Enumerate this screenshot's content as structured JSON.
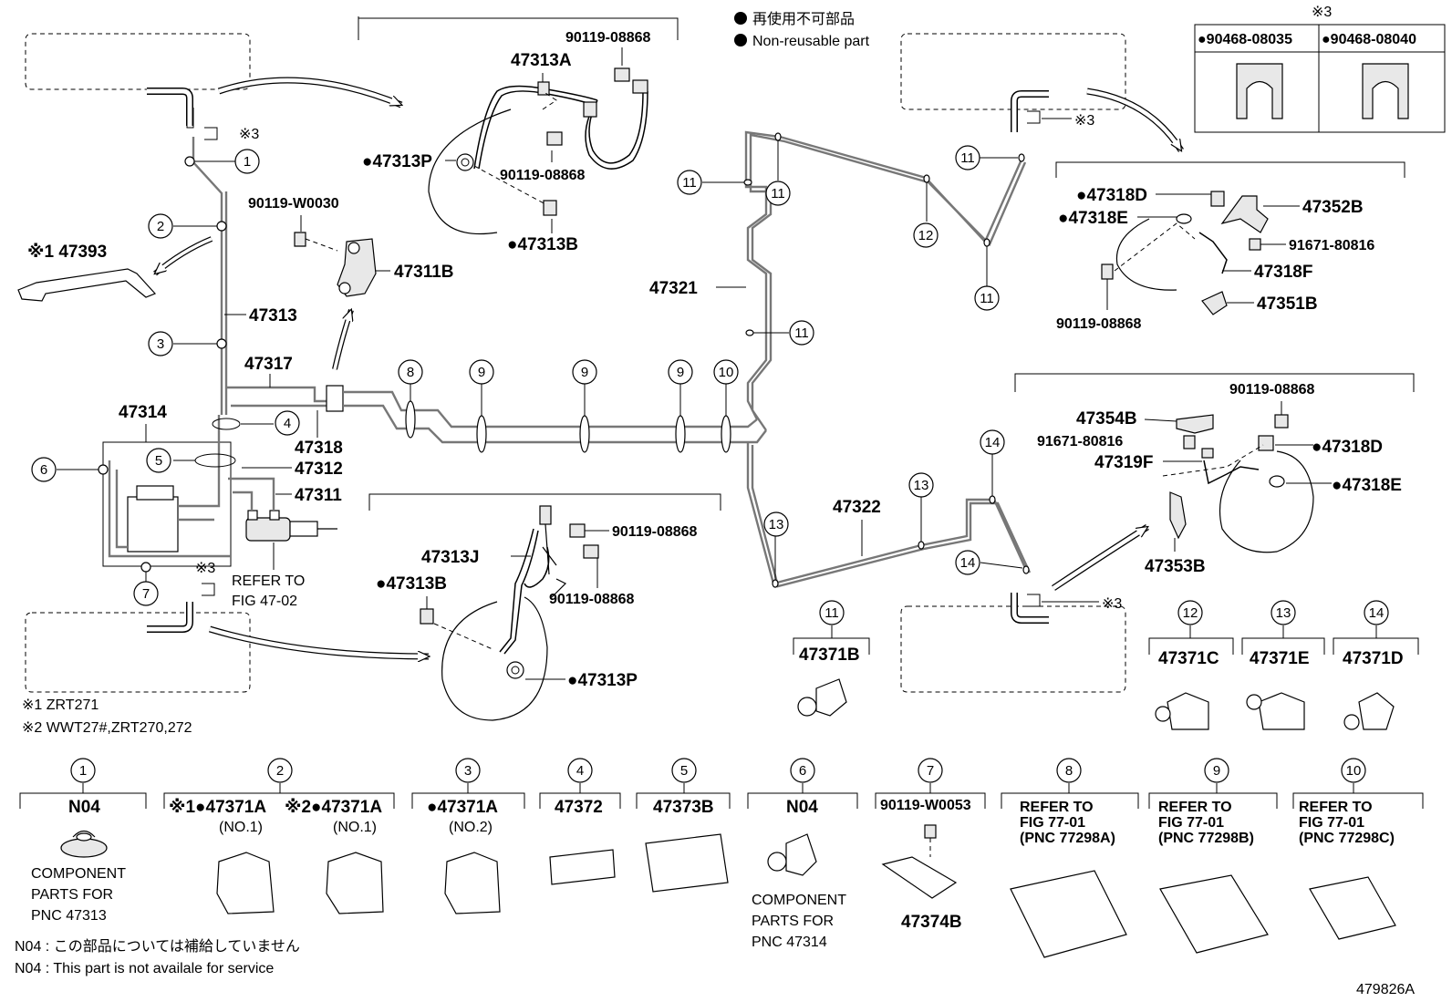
{
  "legend": {
    "non_reusable_jp": "再使用不可部品",
    "non_reusable_en": "Non-reusable part",
    "bullet": "●"
  },
  "mark3": "※3",
  "clip_table": {
    "mark": "※3",
    "col1": "●90468-08035",
    "col2": "●90468-08040"
  },
  "callouts": [
    "1",
    "2",
    "3",
    "4",
    "5",
    "6",
    "7",
    "8",
    "9",
    "10",
    "11",
    "12",
    "13",
    "14"
  ],
  "parts": {
    "p47393": "※1 47393",
    "p47313": "47313",
    "p47317": "47317",
    "p47314": "47314",
    "p47318": "47318",
    "p47312": "47312",
    "p47311": "47311",
    "p47311B": "47311B",
    "p90119W0030": "90119-W0030",
    "refer_fig": [
      "REFER TO",
      "FIG 47-02"
    ],
    "p90119_08868_a": "90119-08868",
    "p47313A": "47313A",
    "p47313P_a": "●47313P",
    "p90119_08868_b": "90119-08868",
    "p47313B_a": "●47313B",
    "p47321": "47321",
    "p47322": "47322",
    "p47313J": "47313J",
    "p47313B_b": "●47313B",
    "p90119_08868_c": "90119-08868",
    "p90119_08868_d": "90119-08868",
    "p47313P_b": "●47313P",
    "p47318D_a": "●47318D",
    "p47318E_a": "●47318E",
    "p47352B": "47352B",
    "p91671_80816_a": "91671-80816",
    "p47318F": "47318F",
    "p47351B": "47351B",
    "p90119_08868_e": "90119-08868",
    "p90119_08868_f": "90119-08868",
    "p47354B": "47354B",
    "p91671_80816_b": "91671-80816",
    "p47319F": "47319F",
    "p47318D_b": "●47318D",
    "p47318E_b": "●47318E",
    "p47353B": "47353B",
    "p47371B": "47371B",
    "p47371C": "47371C",
    "p47371E": "47371E",
    "p47371D": "47371D"
  },
  "footnotes": {
    "note1": "※1 ZRT271",
    "note2": "※2 WWT27#,ZRT270,272"
  },
  "bottom_row": [
    {
      "num": "1",
      "label": "N04",
      "desc": [
        "COMPONENT",
        "PARTS FOR",
        "PNC 47313"
      ]
    },
    {
      "num": "2",
      "label_a": "※1●47371A",
      "label_b": "※2●47371A",
      "sub_a": "(NO.1)",
      "sub_b": "(NO.1)"
    },
    {
      "num": "3",
      "label": "●47371A",
      "sub": "(NO.2)"
    },
    {
      "num": "4",
      "label": "47372"
    },
    {
      "num": "5",
      "label": "47373B"
    },
    {
      "num": "6",
      "label": "N04",
      "desc": [
        "COMPONENT",
        "PARTS FOR",
        "PNC 47314"
      ]
    },
    {
      "num": "7",
      "label": "90119-W0053",
      "bottom": "47374B"
    },
    {
      "num": "8",
      "ref": [
        "REFER TO",
        "FIG 77-01",
        "(PNC 77298A)"
      ]
    },
    {
      "num": "9",
      "ref": [
        "REFER TO",
        "FIG 77-01",
        "(PNC 77298B)"
      ]
    },
    {
      "num": "10",
      "ref": [
        "REFER TO",
        "FIG 77-01",
        "(PNC 77298C)"
      ]
    }
  ],
  "n04_notes": {
    "jp": "N04 : この部品については補給していません",
    "en": "N04 :  This part is not availale for service"
  },
  "figure_id": "479826A"
}
